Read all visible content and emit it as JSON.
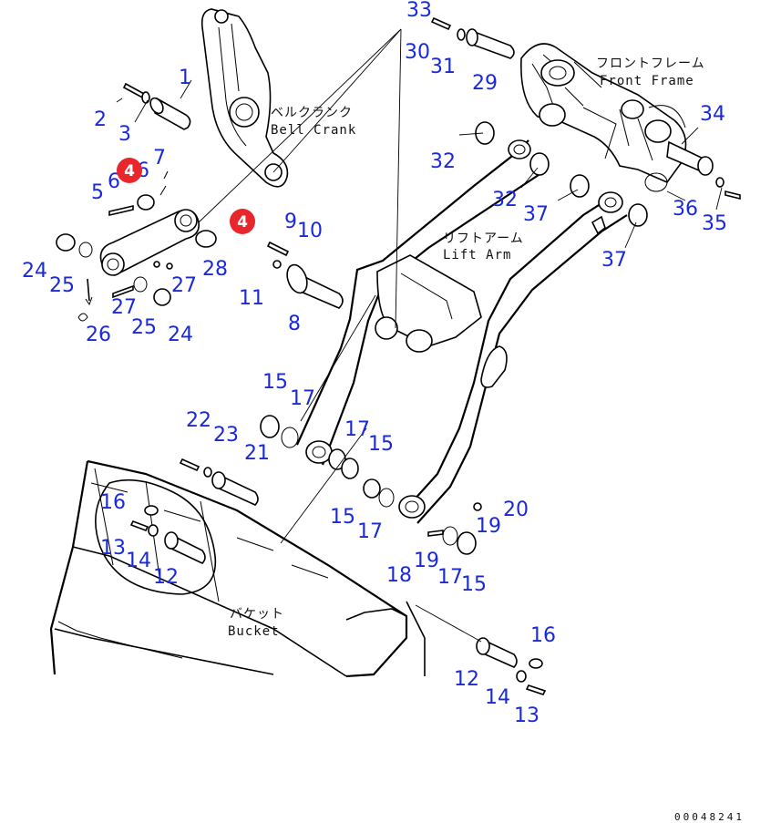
{
  "labels": {
    "bell_crank_jp": "ベルクランク",
    "bell_crank_en": "Bell Crank",
    "front_frame_jp": "フロントフレーム",
    "front_frame_en": "Front Frame",
    "lift_arm_jp": "リフトアーム",
    "lift_arm_en": "Lift Arm",
    "bucket_jp": "バケット",
    "bucket_en": "Bucket"
  },
  "callouts": {
    "n1": "1",
    "n2": "2",
    "n3": "3",
    "n5": "5",
    "n6a": "6",
    "n6b": "6",
    "n7": "7",
    "n8": "8",
    "n9": "9",
    "n10": "10",
    "n11": "11",
    "n12a": "12",
    "n12b": "12",
    "n13a": "13",
    "n13b": "13",
    "n14a": "14",
    "n14b": "14",
    "n15a": "15",
    "n15b": "15",
    "n15c": "15",
    "n15d": "15",
    "n16a": "16",
    "n16b": "16",
    "n17a": "17",
    "n17b": "17",
    "n17c": "17",
    "n17d": "17",
    "n18": "18",
    "n19a": "19",
    "n19b": "19",
    "n20": "20",
    "n21": "21",
    "n22": "22",
    "n23": "23",
    "n24a": "24",
    "n24b": "24",
    "n25a": "25",
    "n25b": "25",
    "n26": "26",
    "n27a": "27",
    "n27b": "27",
    "n28": "28",
    "n29": "29",
    "n30": "30",
    "n31": "31",
    "n32a": "32",
    "n32b": "32",
    "n33": "33",
    "n34": "34",
    "n35": "35",
    "n36": "36",
    "n37a": "37",
    "n37b": "37"
  },
  "badges": {
    "b1": "4",
    "b2": "4"
  },
  "doc_id": "00048241",
  "colors": {
    "callout": "#1a2ad6",
    "badge": "#e8262b",
    "line": "#000000"
  }
}
